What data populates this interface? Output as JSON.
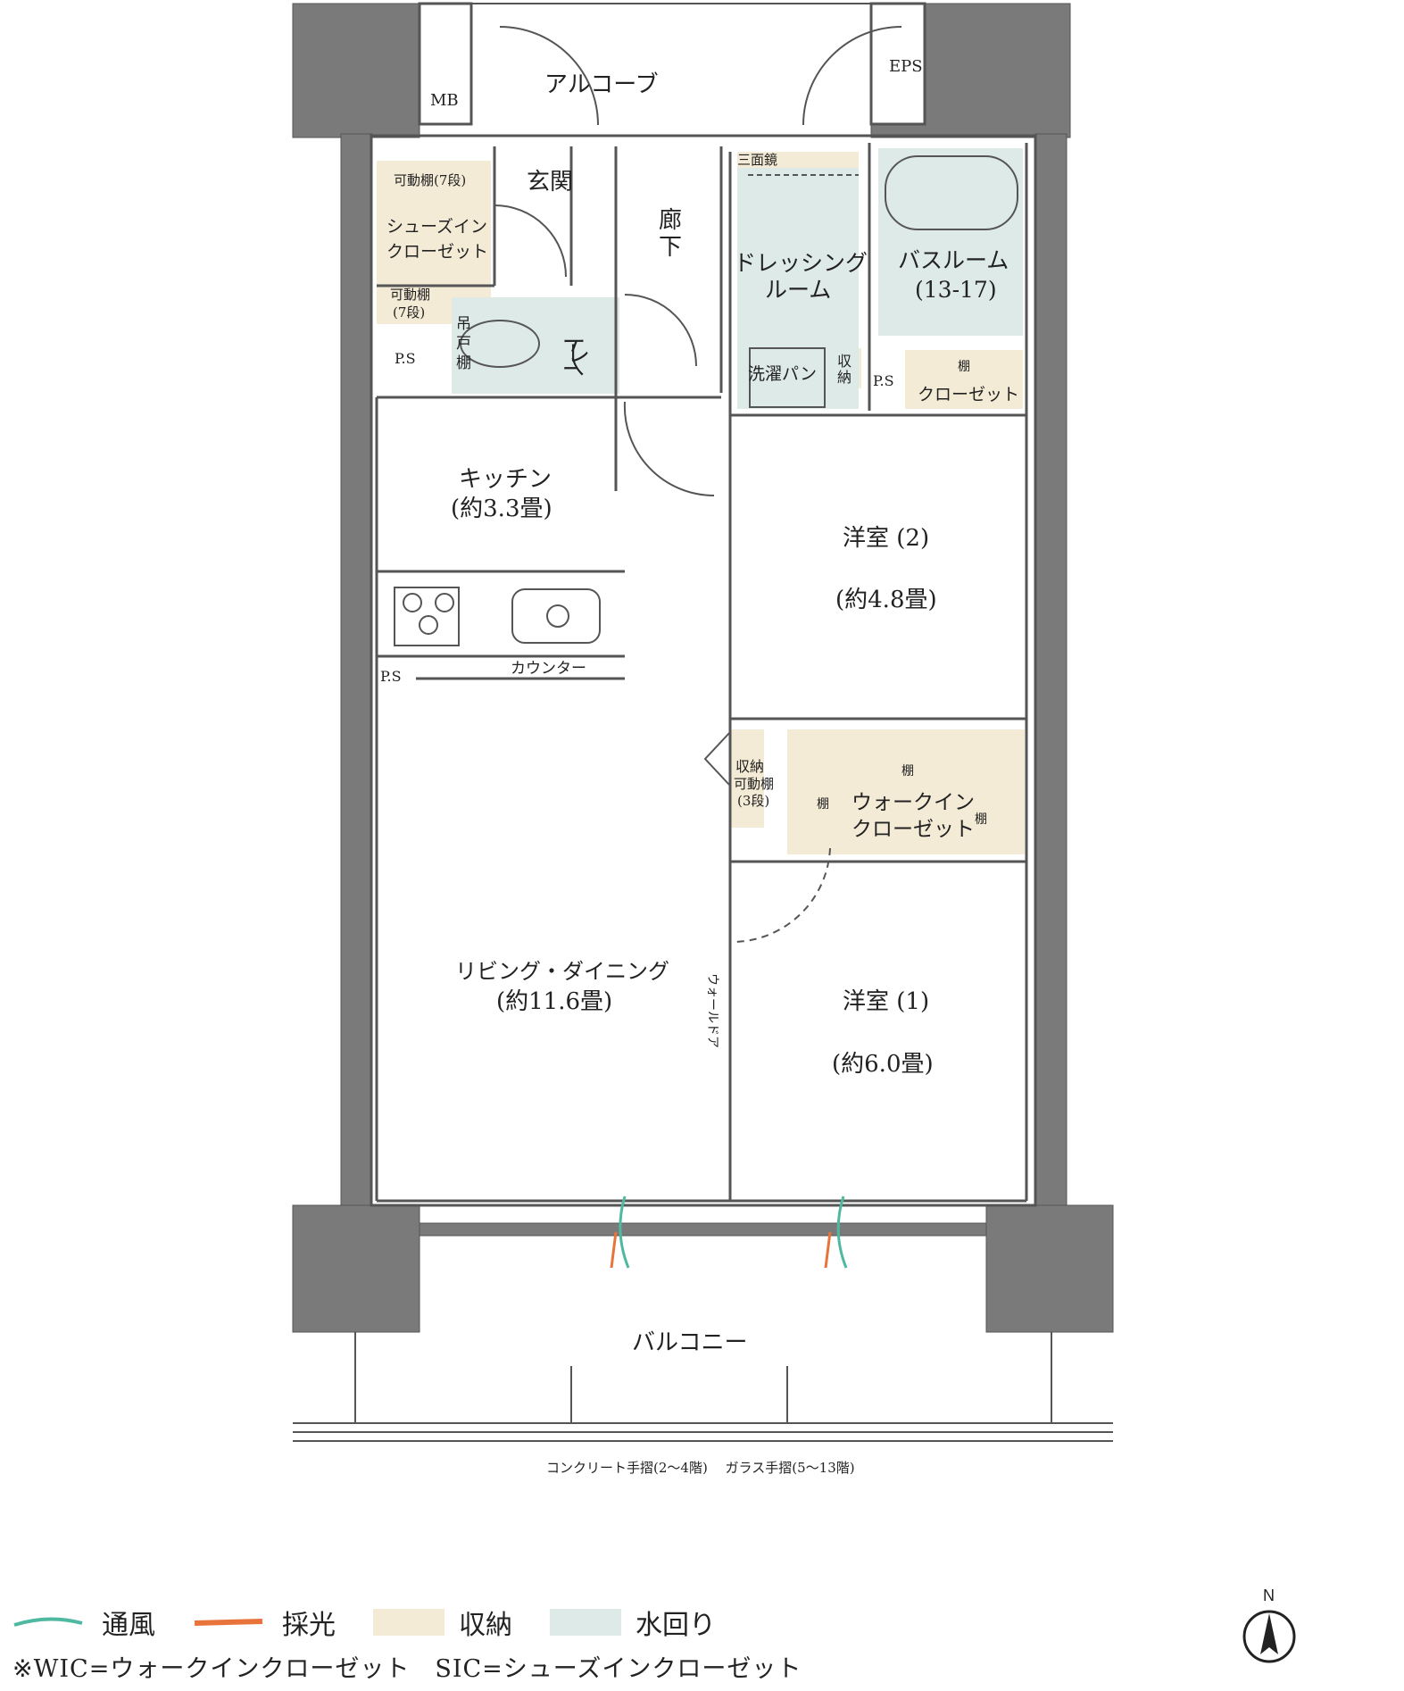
{
  "colors": {
    "wall": "#7a7a7a",
    "storage": "#f3ebd6",
    "water": "#deeae8",
    "wind": "#4eb8a0",
    "light": "#e8743c"
  },
  "rooms": {
    "alcove": "アルコーブ",
    "mb": "MB",
    "eps": "EPS",
    "genkan": "玄関",
    "roka_1": "廊",
    "roka_2": "下",
    "sic_shelf_top": "可動棚(7段)",
    "sic_1": "シューズイン",
    "sic_2": "クローゼット",
    "sic_shelf_bottom_1": "可動棚",
    "sic_shelf_bottom_2": "(7段)",
    "ps": "P.S",
    "toilet_1": "トイ",
    "toilet_2": "レ",
    "hanging_1": "吊",
    "hanging_2": "戸",
    "hanging_3": "棚",
    "mirror": "三面鏡",
    "dressing_1": "ドレッシング",
    "dressing_2": "ルーム",
    "washpan": "洗濯パン",
    "shuno_1": "収",
    "shuno_2": "納",
    "bath_1": "バスルーム",
    "bath_2": "(13-17)",
    "shelf": "棚",
    "closet": "クローゼット",
    "kitchen_1": "キッチン",
    "kitchen_2": "(約3.3畳)",
    "counter": "カウンター",
    "yoshitsu2_1": "洋室 (2)",
    "yoshitsu2_2": "(約4.8畳)",
    "storage_1": "収納",
    "storage_2": "可動棚",
    "storage_3": "(3段)",
    "wic_1": "ウォークイン",
    "wic_2": "クローゼット",
    "living_1": "リビング・ダイニング",
    "living_2": "(約11.6畳)",
    "wall_door": "ウォールドア",
    "yoshitsu1_1": "洋室 (1)",
    "yoshitsu1_2": "(約6.0畳)",
    "balcony": "バルコニー",
    "railing_note": "コンクリート手摺(2〜4階)　 ガラス手摺(5〜13階)"
  },
  "legend": {
    "wind": "通風",
    "light": "採光",
    "storage": "収納",
    "water": "水回り",
    "note": "※WIC=ウォークインクローゼット　SIC=シューズインクローゼット"
  },
  "compass": {
    "label": "N"
  }
}
